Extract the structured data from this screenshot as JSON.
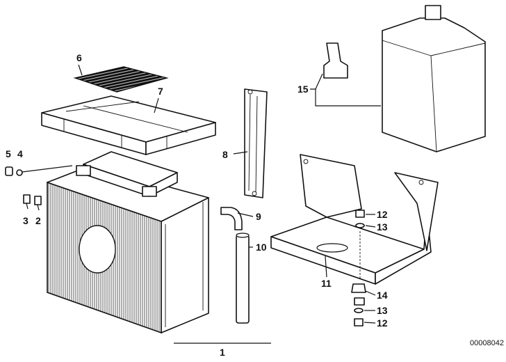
{
  "diagram": {
    "reference_number": "00008042",
    "callouts": {
      "c1": "1",
      "c2": "2",
      "c3": "3",
      "c4": "4",
      "c5": "5",
      "c6": "6",
      "c7": "7",
      "c8": "8",
      "c9": "9",
      "c10": "10",
      "c11": "11",
      "c12a": "12",
      "c13a": "13",
      "c14": "14",
      "c13b": "13",
      "c12b": "12",
      "c15": "15"
    }
  }
}
